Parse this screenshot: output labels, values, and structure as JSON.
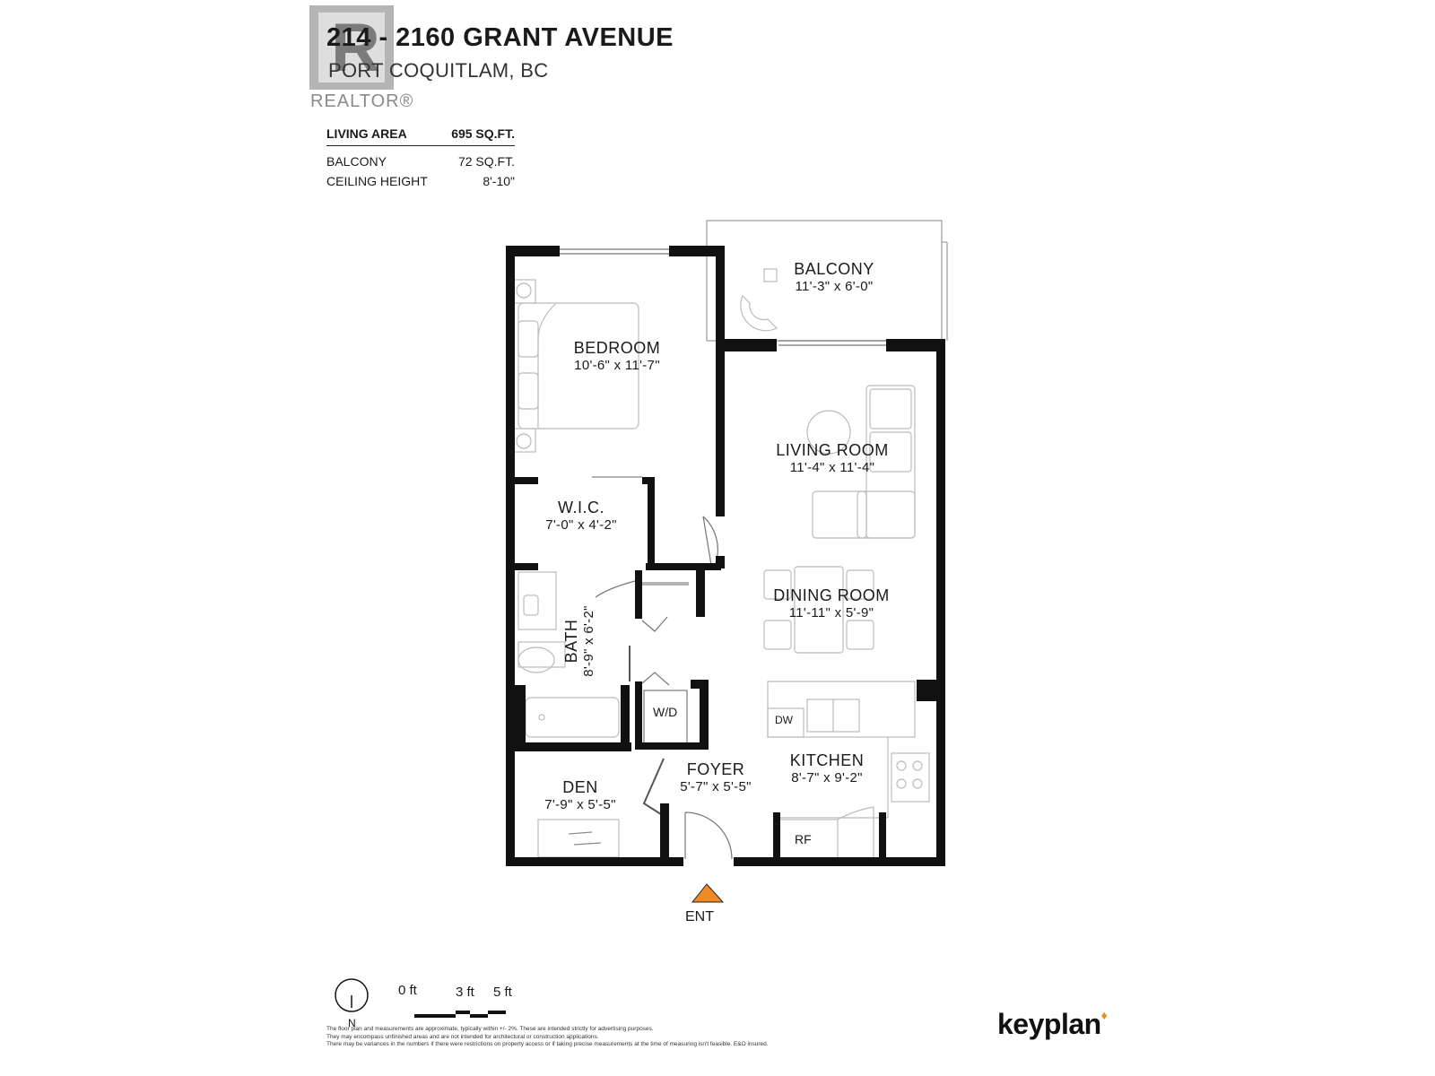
{
  "header": {
    "title": "214 - 2160 GRANT AVENUE",
    "subtitle": "PORT COQUITLAM, BC",
    "realtor_mark": "R",
    "realtor_word": "REALTOR®"
  },
  "stats": [
    {
      "label": "LIVING AREA",
      "value": "695 SQ.FT."
    },
    {
      "label": "BALCONY",
      "value": "72 SQ.FT."
    },
    {
      "label": "CEILING HEIGHT",
      "value": "8'-10\""
    }
  ],
  "rooms": {
    "balcony": {
      "name": "BALCONY",
      "dims": "11'-3\"  x  6'-0\""
    },
    "bedroom": {
      "name": "BEDROOM",
      "dims": "10'-6\"  x  11'-7\""
    },
    "living": {
      "name": "LIVING ROOM",
      "dims": "11'-4\"  x  11'-4\""
    },
    "wic": {
      "name": "W.I.C.",
      "dims": "7'-0\"  x  4'-2\""
    },
    "dining": {
      "name": "DINING ROOM",
      "dims": "11'-11\"  x  5'-9\""
    },
    "bath": {
      "name": "BATH",
      "dims": "8'-9\" x 6'-2\""
    },
    "den": {
      "name": "DEN",
      "dims": "7'-9\"  x  5'-5\""
    },
    "foyer": {
      "name": "FOYER",
      "dims": "5'-7\"  x  5'-5\""
    },
    "kitchen": {
      "name": "KITCHEN",
      "dims": "8'-7\" x 9'-2\""
    }
  },
  "appliances": {
    "wd": "W/D",
    "dw": "DW",
    "rf": "RF"
  },
  "entrance": {
    "label": "ENT",
    "color": "#f08a24"
  },
  "scale": {
    "labels": [
      "0 ft",
      "3 ft",
      "5 ft"
    ],
    "north": "N"
  },
  "disclaimer": [
    "The floor plan and measurements are approximate, typically within +/- 2%. These are intended strictly for advertising purposes.",
    "They may encompass unfinished areas and are not intended for architectural or construction applications.",
    "There may be variances in the numbers if there were restrictions on property access or if taking precise measurements at the time of measuring isn't feasible. E&O insured."
  ],
  "brand": {
    "name": "keyplan",
    "accent": "#f08a24"
  }
}
